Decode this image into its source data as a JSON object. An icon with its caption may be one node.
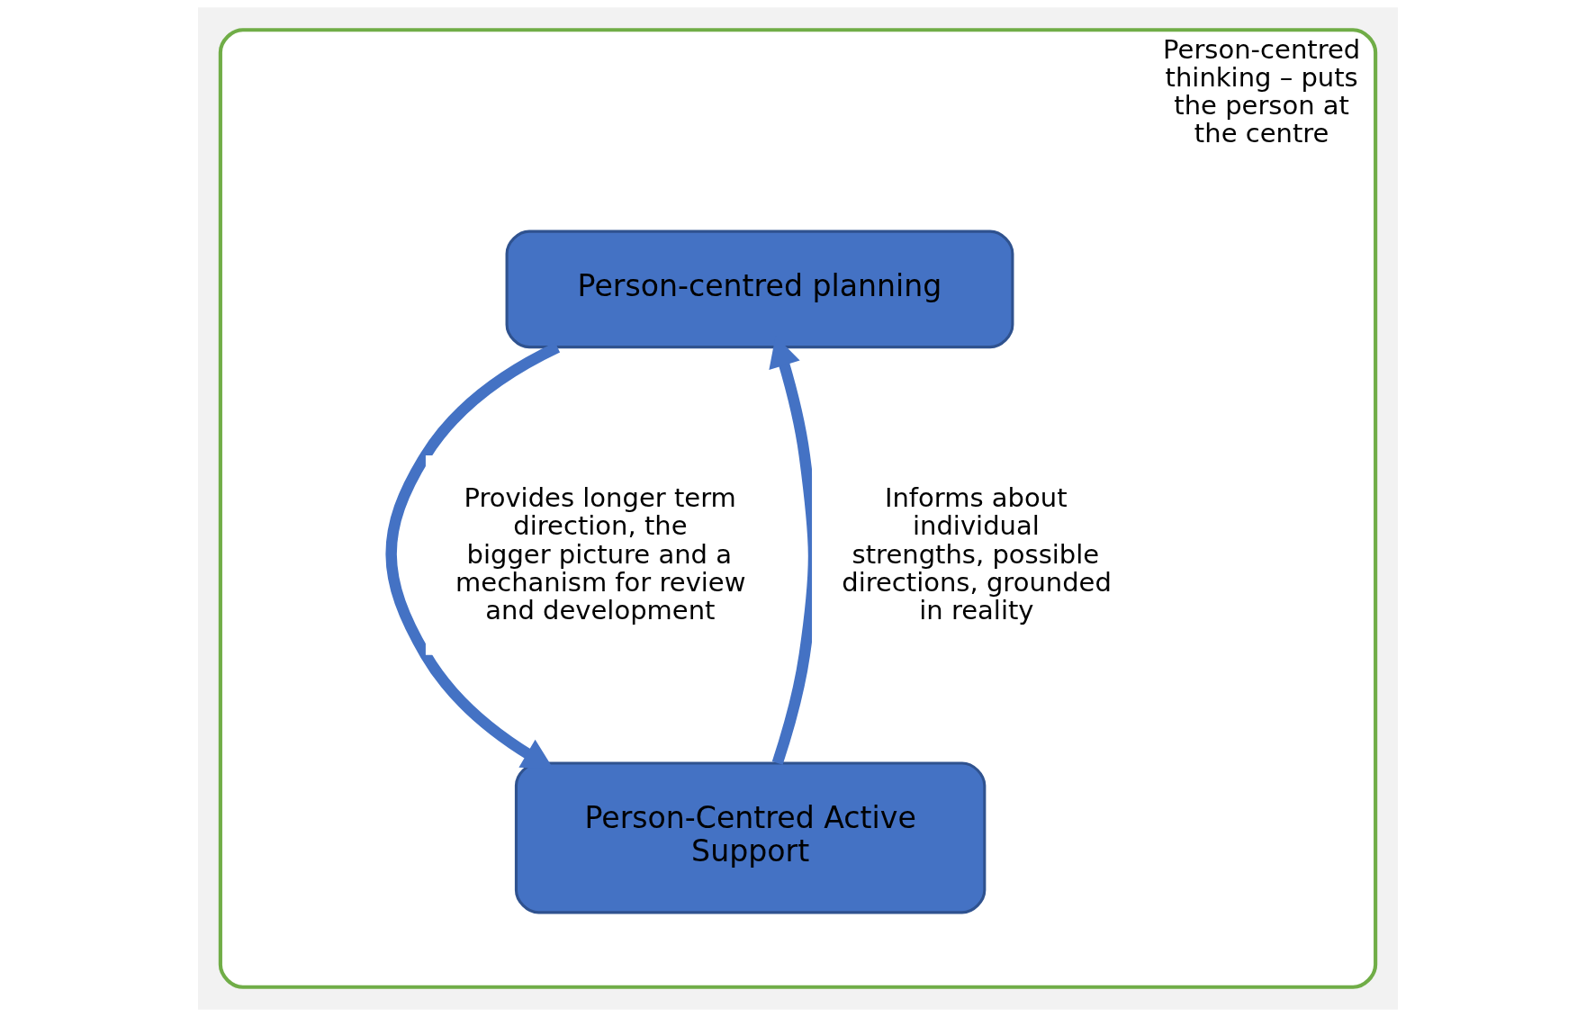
{
  "diagram": {
    "nodes": [
      {
        "text": [
          "Person-centred thinking – puts the person at the centre"
        ]
      },
      {
        "text": [
          "Person-centred planning"
        ],
        "in": 0
      },
      {
        "text": [
          "Person-Centred Active Support"
        ],
        "in": 0
      }
    ],
    "edges": [
      {
        "from": 1,
        "to": 2,
        "arrow": "to",
        "label": "Provides longer term direction, the bigger picture and a mechanism for review and development"
      },
      {
        "from": 2,
        "to": 1,
        "arrow": "to",
        "label": "Informs about individual strengths, possible directions, grounded in reality"
      }
    ]
  }
}
